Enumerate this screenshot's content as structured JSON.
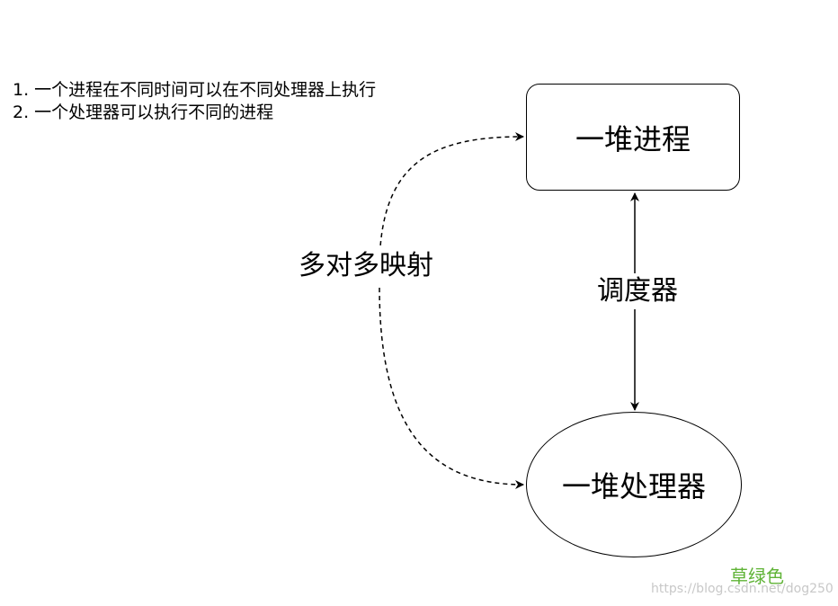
{
  "notes": [
    "1. 一个进程在不同时间可以在不同处理器上执行",
    "2. 一个处理器可以执行不同的进程"
  ],
  "nodes": {
    "processes": "一堆进程",
    "processors": "一堆处理器"
  },
  "edges": {
    "scheduler_label": "调度器",
    "mapping_label": "多对多映射"
  },
  "watermark": {
    "title": "草绿色",
    "url": "https://blog.csdn.net/dog250"
  },
  "colors": {
    "watermark_title": "#5fb336",
    "watermark_url": "#c8c8c8",
    "stroke": "#000000"
  }
}
